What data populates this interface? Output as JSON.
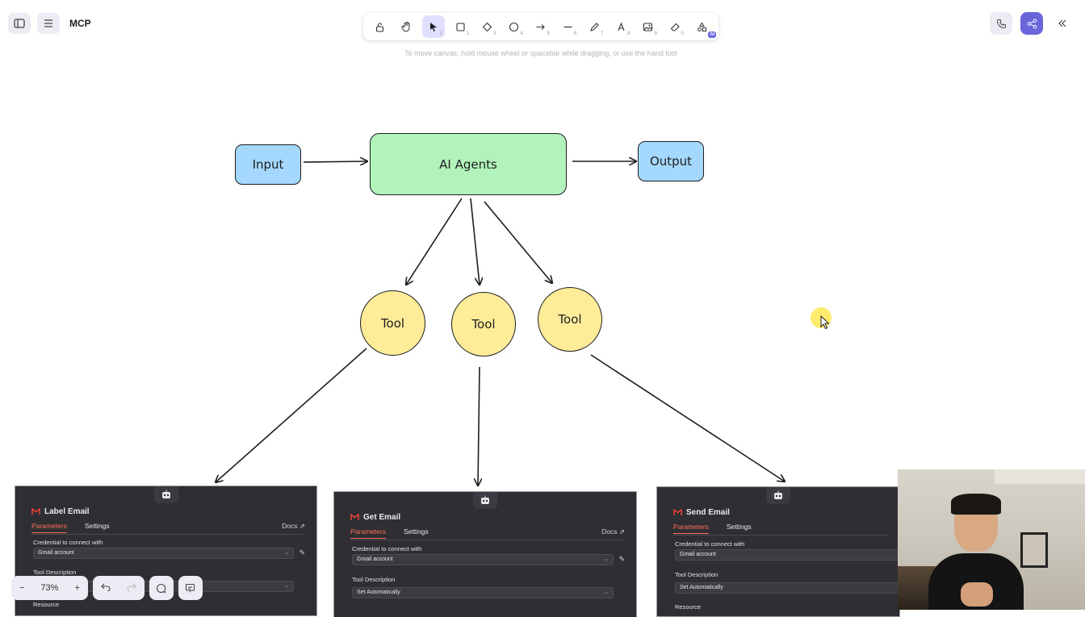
{
  "app": {
    "title": "MCP"
  },
  "toolbar": {
    "tools": [
      {
        "name": "lock",
        "num": ""
      },
      {
        "name": "hand",
        "num": ""
      },
      {
        "name": "selection",
        "num": "1"
      },
      {
        "name": "rectangle",
        "num": "2"
      },
      {
        "name": "diamond",
        "num": "3"
      },
      {
        "name": "ellipse",
        "num": "4"
      },
      {
        "name": "arrow",
        "num": "5"
      },
      {
        "name": "line",
        "num": "6"
      },
      {
        "name": "draw",
        "num": "7"
      },
      {
        "name": "text",
        "num": "8"
      },
      {
        "name": "image",
        "num": "9"
      },
      {
        "name": "eraser",
        "num": "0"
      }
    ],
    "ai_badge": "AI",
    "hint": "To move canvas, hold mouse wheel or spacebar while dragging, or use the hand tool"
  },
  "diagram": {
    "input": "Input",
    "agents": "AI Agents",
    "output": "Output",
    "tools": [
      "Tool",
      "Tool",
      "Tool"
    ]
  },
  "panels": [
    {
      "title": "Label Email",
      "tab_params": "Parameters",
      "tab_settings": "Settings",
      "docs": "Docs",
      "cred_label": "Credential to connect with",
      "cred_value": "Gmail account",
      "desc_label": "Tool Description",
      "desc_value": "",
      "resource_label": "Resource"
    },
    {
      "title": "Get Email",
      "tab_params": "Parameters",
      "tab_settings": "Settings",
      "docs": "Docs",
      "cred_label": "Credential to connect with",
      "cred_value": "Gmail account",
      "desc_label": "Tool Description",
      "desc_value": "Set Automatically",
      "resource_label": ""
    },
    {
      "title": "Send Email",
      "tab_params": "Parameters",
      "tab_settings": "Settings",
      "docs": "",
      "cred_label": "Credential to connect with",
      "cred_value": "Gmail account",
      "desc_label": "Tool Description",
      "desc_value": "Set Automatically",
      "resource_label": "Resource"
    }
  ],
  "zoom": {
    "minus": "−",
    "value": "73%",
    "plus": "+"
  },
  "colors": {
    "accent": "#6965db",
    "io_fill": "#a5d8ff",
    "agent_fill": "#b2f2bb",
    "tool_fill": "#ffec99",
    "n8n_tab": "#ff6d5a"
  }
}
